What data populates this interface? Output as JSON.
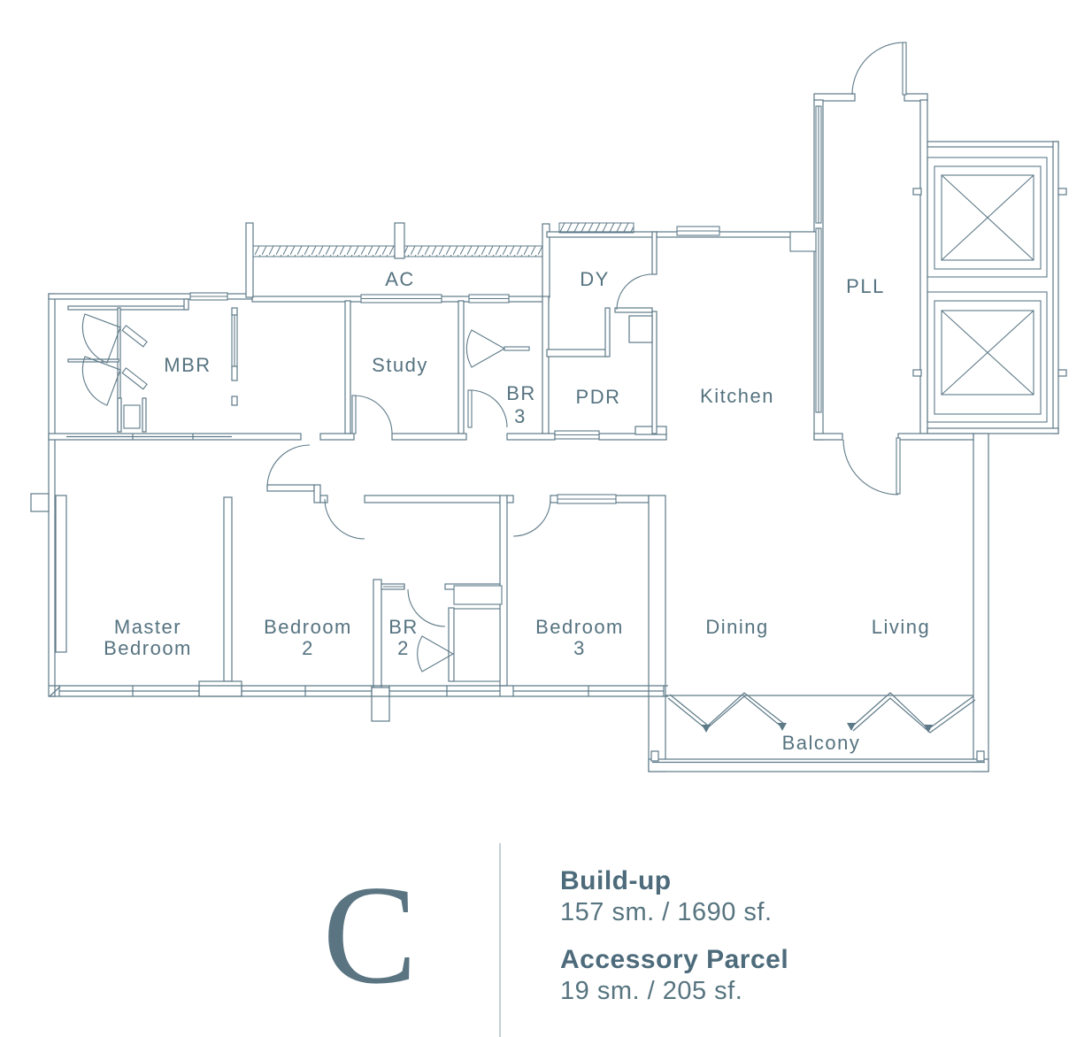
{
  "unit": {
    "letter": "C"
  },
  "rooms": {
    "ac": "AC",
    "mbr": "MBR",
    "study": "Study",
    "br3_line1": "BR",
    "br3_line2": "3",
    "dy": "DY",
    "pdr": "PDR",
    "kitchen": "Kitchen",
    "pll": "PLL",
    "master_line1": "Master",
    "master_line2": "Bedroom",
    "bedroom2_line1": "Bedroom",
    "bedroom2_line2": "2",
    "br2_line1": "BR",
    "br2_line2": "2",
    "bedroom3_line1": "Bedroom",
    "bedroom3_line2": "3",
    "dining": "Dining",
    "living": "Living",
    "balcony": "Balcony"
  },
  "legend": {
    "buildup_label": "Build-up",
    "buildup_value": "157 sm. / 1690 sf.",
    "accessory_label": "Accessory Parcel",
    "accessory_value": "19 sm. / 205 sf."
  },
  "colors": {
    "wall_line": "#5e7a88",
    "label_text": "#567380",
    "legend_bold": "#4d6b7b",
    "legend_value": "#57747f",
    "unit_letter": "#5a7482",
    "divider": "#c3d1d6"
  }
}
